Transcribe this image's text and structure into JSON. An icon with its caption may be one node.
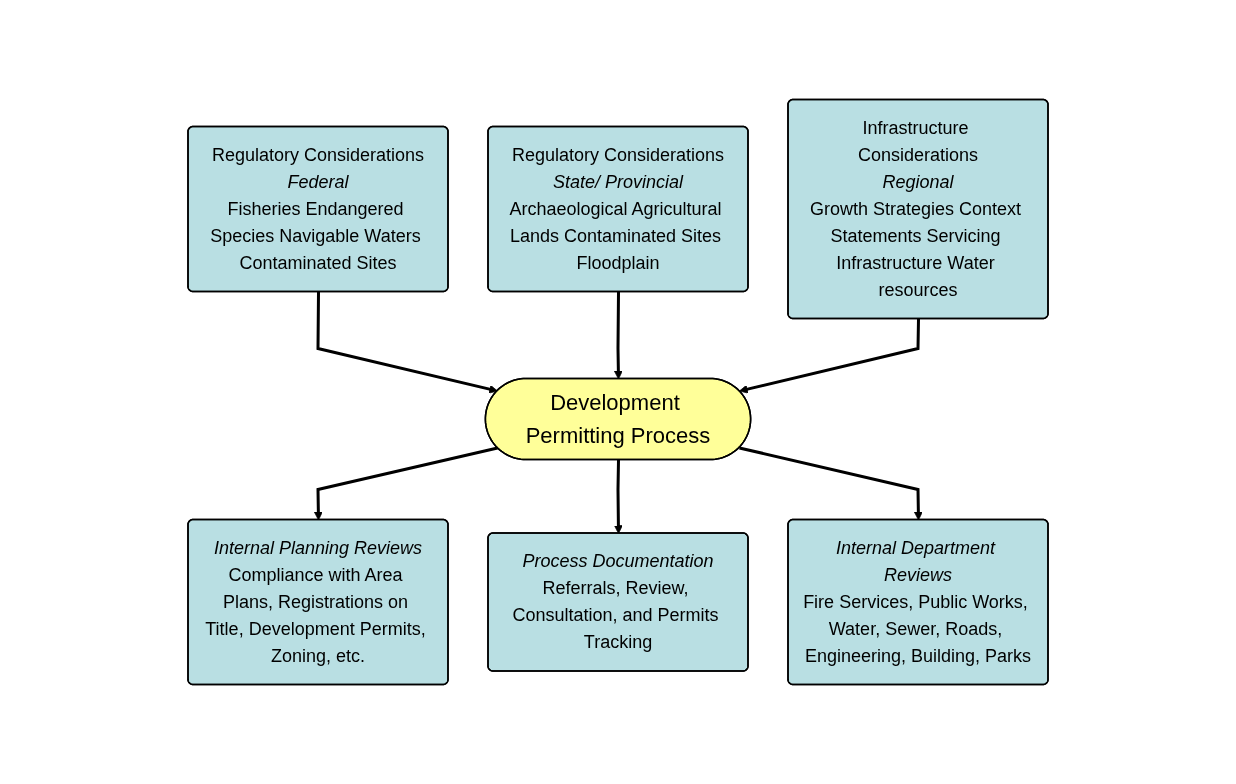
{
  "diagram": {
    "nodes": [
      {
        "text": [
          "Regulatory Considerations",
          "Federal",
          "Fisheries Endangered Species Navigable Waters Contaminated Sites"
        ]
      },
      {
        "text": [
          "Regulatory Considerations",
          "State/ Provincial",
          "Archaeological Agricultural Lands Contaminated Sites Floodplain"
        ]
      },
      {
        "text": [
          "Infrastructure Considerations",
          "Regional",
          "Growth Strategies Context Statements Servicing Infrastructure Water resources"
        ]
      },
      {
        "text": [
          "Development Permitting Process"
        ]
      },
      {
        "text": [
          "Internal Planning Reviews",
          "Compliance with Area Plans, Registrations on Title, Development Permits, Zoning, etc."
        ]
      },
      {
        "text": [
          "Process Documentation",
          "Referrals, Review, Consultation, and Permits Tracking"
        ]
      },
      {
        "text": [
          "Internal Department Reviews",
          "Fire Services, Public Works, Water, Sewer, Roads, Engineering, Building, Parks"
        ]
      }
    ],
    "edges": [
      {
        "from": 0,
        "to": 3,
        "arrow": "to"
      },
      {
        "from": 1,
        "to": 3,
        "arrow": "to"
      },
      {
        "from": 2,
        "to": 3,
        "arrow": "to"
      },
      {
        "from": 3,
        "to": 4,
        "arrow": "to"
      },
      {
        "from": 3,
        "to": 5,
        "arrow": "to"
      },
      {
        "from": 3,
        "to": 6,
        "arrow": "to"
      }
    ]
  }
}
